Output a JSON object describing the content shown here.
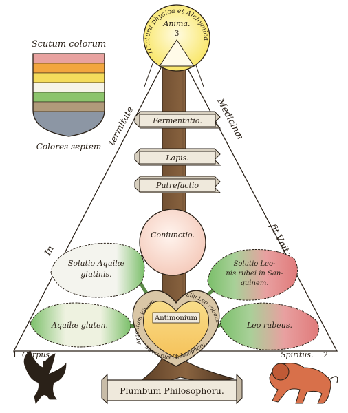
{
  "shield": {
    "title": "Scutum colorum",
    "caption": "Colores septem",
    "stripes": [
      "#e8a2a0",
      "#f2a63f",
      "#f4dc5c",
      "#f6f4e8",
      "#8cc46c",
      "#b09a7a",
      "#8c96a4"
    ]
  },
  "sun": {
    "arc_text": "Tinctura physica et Alchymica",
    "label": "Anima.",
    "number": "3",
    "color": "#f8e45c"
  },
  "triangle": {
    "left_side_a": "In",
    "left_side_b": "termitate",
    "right_side_a": "Medicinæ",
    "right_side_b": "fit Vnitas",
    "corner_left_num": "1",
    "corner_left": "Corpus.",
    "corner_right": "Spiritus.",
    "corner_right_num": "2"
  },
  "banners": {
    "fermentatio": "Fermentatio.",
    "lapis": "Lapis.",
    "putrefactio": "Putrefactio",
    "bottom": "Plumbum Philosophorū."
  },
  "coniunctio": {
    "label": "Coniunctio.",
    "color": "#f4c8b8"
  },
  "leaves": {
    "top_left": [
      "Solutio Aquilæ",
      "glutinis."
    ],
    "bottom_left": [
      "Aquilæ gluten."
    ],
    "top_right": [
      "Solutio Leo-",
      "nis rubei in San-",
      "guinem."
    ],
    "bottom_right": [
      "Leo rubeus."
    ],
    "green": "#7bbf6a",
    "red": "#e07a7a"
  },
  "heart": {
    "center": "Antimonium",
    "arc_left": "Argentum Viuum.",
    "arc_right": "Lilij Leo rubeus.",
    "arc_bottom": "Mercurius Philosophorum",
    "color": "#f6c25a"
  },
  "animals": {
    "eagle": "eagle-icon",
    "lion": "lion-icon",
    "lion_color": "#d8704a"
  }
}
